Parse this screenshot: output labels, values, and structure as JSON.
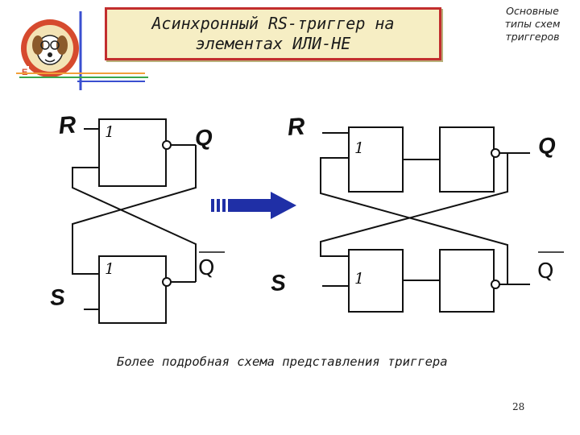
{
  "title": {
    "line1": "Асинхронный RS-триггер на",
    "line2": "элементах ИЛИ-НЕ"
  },
  "subtitle": {
    "line1": "Основные",
    "line2": "типы схем",
    "line3": "триггеров"
  },
  "left_circuit": {
    "gate_top_label": "1",
    "gate_bottom_label": "1",
    "input_r": "R",
    "input_s": "S",
    "output_q": "Q",
    "output_q_bar": "Q"
  },
  "right_circuit": {
    "gate_top_label": "1",
    "gate_bottom_label": "1",
    "input_r": "R",
    "input_s": "S",
    "output_q": "Q",
    "output_q_bar": "Q"
  },
  "caption": "Более подробная схема представления триггера",
  "page_number": "28",
  "colors": {
    "title_bg": "#f6eec4",
    "title_border": "#c22e2e",
    "arrow": "#1f2fa6",
    "deco_blue": "#3a4fd0",
    "deco_orange": "#f2a03a",
    "deco_green": "#3aa64a"
  }
}
